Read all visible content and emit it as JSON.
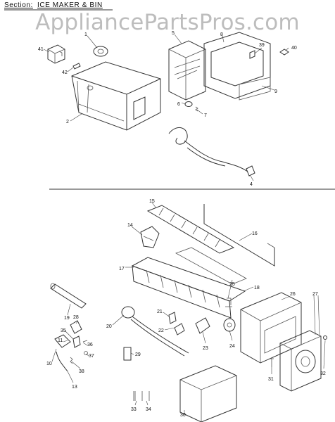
{
  "header": {
    "section_label": "Section:",
    "section_title": "ICE MAKER & BIN"
  },
  "watermark": "AppliancePartsPros.com",
  "callouts": {
    "p1": "1",
    "p2": "2",
    "p4": "4",
    "p5": "5",
    "p6": "6",
    "p7": "7",
    "p8": "8",
    "p9": "9",
    "p39": "39",
    "p40": "40",
    "p41": "41",
    "p42": "42",
    "p10": "10",
    "p11": "11",
    "p13": "13",
    "p14": "14",
    "p15": "15",
    "p16": "16",
    "p17": "17",
    "p18": "18",
    "p19": "19",
    "p20": "20",
    "p21": "21",
    "p22": "22",
    "p23": "23",
    "p24": "24",
    "p25": "25",
    "p26": "26",
    "p27": "27",
    "p28": "28",
    "p29": "29",
    "p30": "30",
    "p31": "31",
    "p32": "32",
    "p33": "33",
    "p34": "34",
    "p35": "35",
    "p36": "36",
    "p37": "37",
    "p38": "38"
  }
}
